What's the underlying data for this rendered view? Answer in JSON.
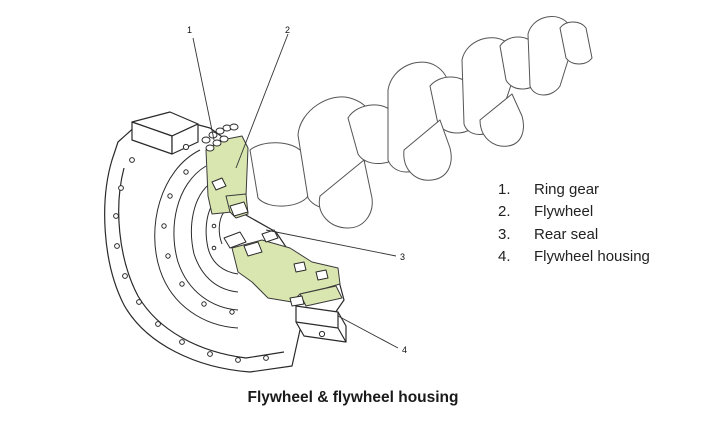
{
  "diagram": {
    "callouts": [
      {
        "num": "1"
      },
      {
        "num": "2"
      },
      {
        "num": "3"
      },
      {
        "num": "4"
      }
    ],
    "parts": [
      {
        "num": "1.",
        "label": "Ring gear"
      },
      {
        "num": "2.",
        "label": "Flywheel"
      },
      {
        "num": "3.",
        "label": "Rear seal"
      },
      {
        "num": "4.",
        "label": "Flywheel housing"
      }
    ],
    "caption": "Flywheel & flywheel housing",
    "colors": {
      "line": "#2a2a2a",
      "cutaway_fill": "#d9e6b0",
      "cutaway_stroke": "#3a3a3a",
      "leader": "#333333"
    }
  }
}
